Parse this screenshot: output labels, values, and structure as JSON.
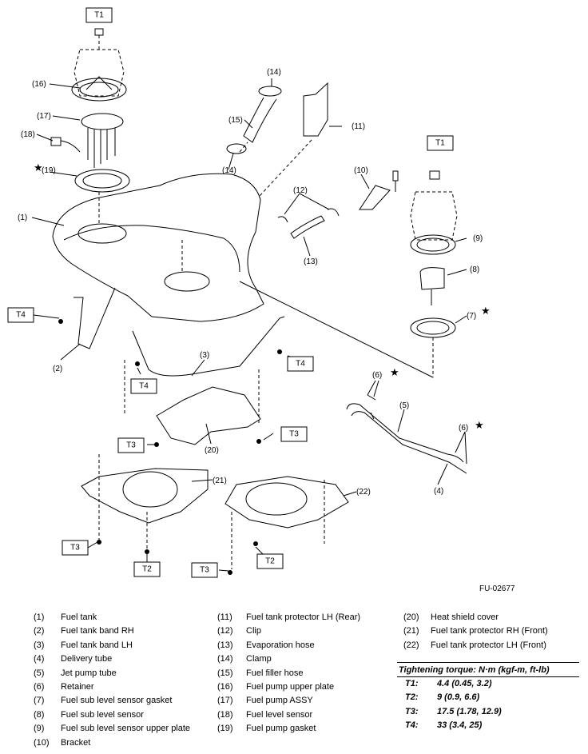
{
  "figure_code": "FU-02677",
  "callouts": {
    "c1": "(1)",
    "c2": "(2)",
    "c3": "(3)",
    "c4": "(4)",
    "c5": "(5)",
    "c6a": "(6)",
    "c6b": "(6)",
    "c7": "(7)",
    "c8": "(8)",
    "c9": "(9)",
    "c10": "(10)",
    "c11": "(11)",
    "c12": "(12)",
    "c13": "(13)",
    "c14a": "(14)",
    "c14b": "(14)",
    "c15": "(15)",
    "c16": "(16)",
    "c17": "(17)",
    "c18": "(18)",
    "c19": "(19)",
    "c20": "(20)",
    "c21": "(21)",
    "c22": "(22)"
  },
  "torque_boxes": {
    "t1a": "T1",
    "t1b": "T1",
    "t4a": "T4",
    "t4b": "T4",
    "t4c": "T4",
    "t3a": "T3",
    "t3b": "T3",
    "t3c": "T3",
    "t3d": "T3",
    "t2a": "T2",
    "t2b": "T2"
  },
  "legend": [
    {
      "num": "(1)",
      "name": "Fuel tank"
    },
    {
      "num": "(2)",
      "name": "Fuel tank band RH"
    },
    {
      "num": "(3)",
      "name": "Fuel tank band LH"
    },
    {
      "num": "(4)",
      "name": "Delivery tube"
    },
    {
      "num": "(5)",
      "name": "Jet pump tube"
    },
    {
      "num": "(6)",
      "name": "Retainer"
    },
    {
      "num": "(7)",
      "name": "Fuel sub level sensor gasket"
    },
    {
      "num": "(8)",
      "name": "Fuel sub level sensor"
    },
    {
      "num": "(9)",
      "name": "Fuel sub level sensor upper plate"
    },
    {
      "num": "(10)",
      "name": "Bracket"
    },
    {
      "num": "(11)",
      "name": "Fuel tank protector LH (Rear)"
    },
    {
      "num": "(12)",
      "name": "Clip"
    },
    {
      "num": "(13)",
      "name": "Evaporation hose"
    },
    {
      "num": "(14)",
      "name": "Clamp"
    },
    {
      "num": "(15)",
      "name": "Fuel filler hose"
    },
    {
      "num": "(16)",
      "name": "Fuel pump upper plate"
    },
    {
      "num": "(17)",
      "name": "Fuel pump ASSY"
    },
    {
      "num": "(18)",
      "name": "Fuel level sensor"
    },
    {
      "num": "(19)",
      "name": "Fuel pump gasket"
    },
    {
      "num": "(20)",
      "name": "Heat shield cover"
    },
    {
      "num": "(21)",
      "name": "Fuel tank protector RH (Front)"
    },
    {
      "num": "(22)",
      "name": "Fuel tank protector LH (Front)"
    }
  ],
  "torque": {
    "heading": "Tightening torque: N·m (kgf-m, ft-lb)",
    "items": [
      {
        "key": "T1:",
        "value": "4.4 (0.45, 3.2)"
      },
      {
        "key": "T2:",
        "value": "9 (0.9, 6.6)"
      },
      {
        "key": "T3:",
        "value": "17.5 (1.78, 12.9)"
      },
      {
        "key": "T4:",
        "value": "33 (3.4, 25)"
      }
    ]
  }
}
